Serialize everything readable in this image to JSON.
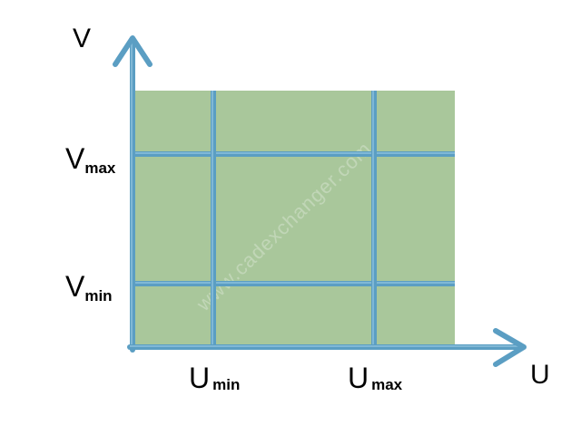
{
  "colors": {
    "region_fill": "#a9c79b",
    "grid_line": "#5b9ec3",
    "grid_line_highlight": "#8cc0dd",
    "axis_line": "#5b9ec3",
    "text": "#000000"
  },
  "axes": {
    "u_label": "U",
    "v_label": "V"
  },
  "ticks": {
    "v_max": {
      "main": "V",
      "sub": "max"
    },
    "v_min": {
      "main": "V",
      "sub": "min"
    },
    "u_min": {
      "main": "U",
      "sub": "min"
    },
    "u_max": {
      "main": "U",
      "sub": "max"
    }
  },
  "watermark": "www.cadexchanger.com"
}
